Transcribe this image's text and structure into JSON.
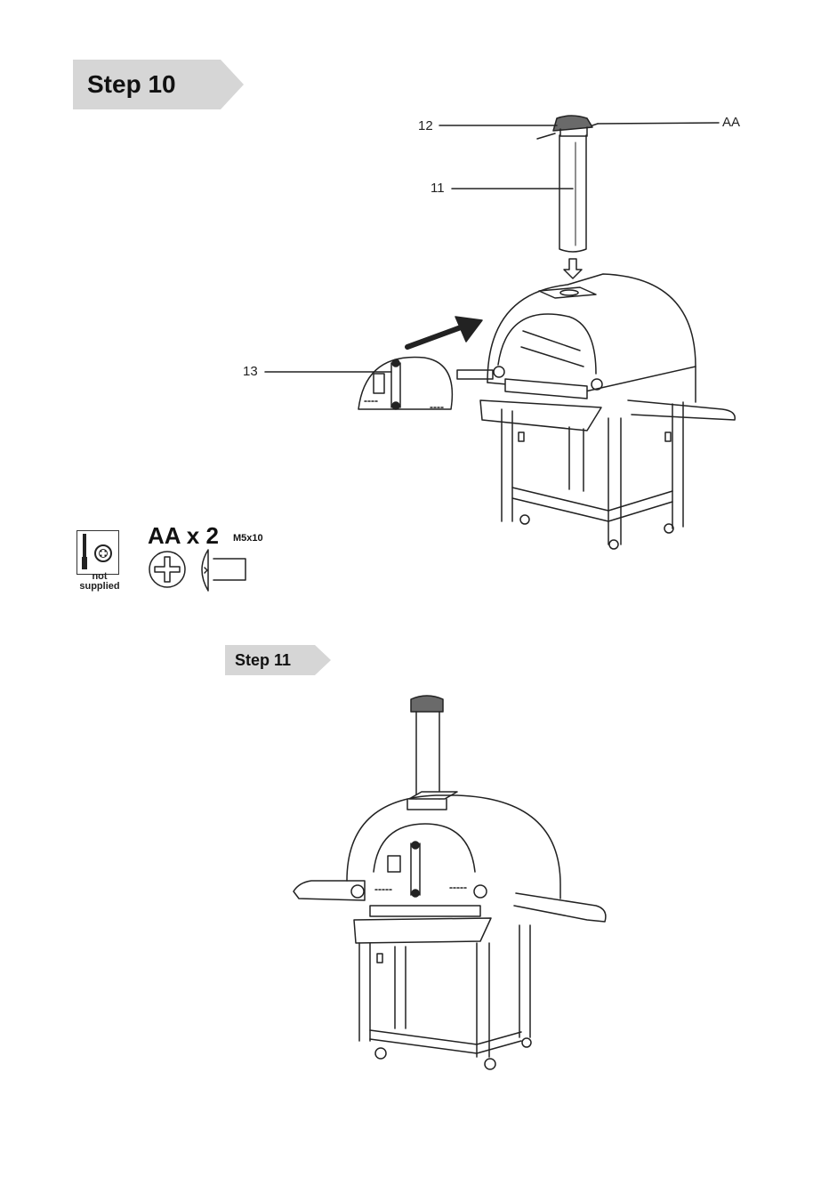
{
  "step10": {
    "label": "Step 10"
  },
  "step11": {
    "label": "Step 11"
  },
  "callouts": {
    "part12": "12",
    "partAA": "AA",
    "part11": "11",
    "part13": "13"
  },
  "hardware": {
    "tool_note": "not supplied",
    "quantity": "AA x 2",
    "screw_size": "M5x10"
  },
  "colors": {
    "banner": "#d6d6d6",
    "line": "#222222"
  }
}
